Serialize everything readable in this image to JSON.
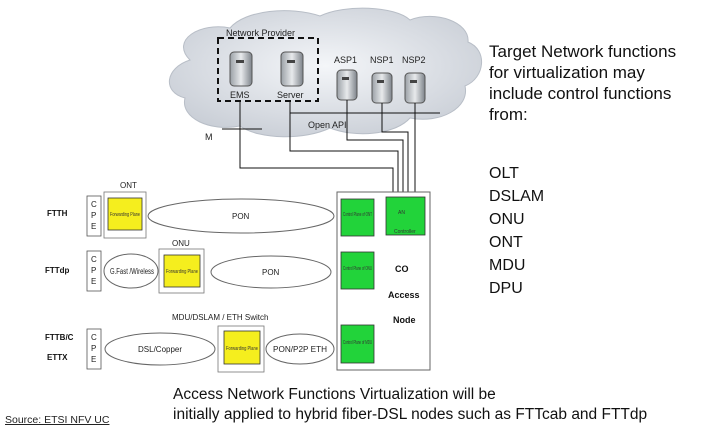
{
  "cloud": {
    "provider_label": "Network Provider",
    "ems_label": "EMS",
    "server_label": "Server",
    "asp1_label": "ASP1",
    "nsp1_label": "NSP1",
    "nsp2_label": "NSP2",
    "open_api_label": "Open API",
    "m_label": "M"
  },
  "rows": [
    {
      "name": "FTTH",
      "cpe": [
        "C",
        "P",
        "E"
      ],
      "device_label": "ONT",
      "plane_label": "Forwarding Plane",
      "link_label": "PON"
    },
    {
      "name": "FTTdp",
      "cpe": [
        "C",
        "P",
        "E"
      ],
      "device_label": "ONU",
      "medium_label": "G.Fast /Wireless",
      "plane_label": "Forwarding Plane",
      "link_label": "PON"
    },
    {
      "name": "FTTB/C",
      "name2": "ETTX",
      "cpe": [
        "C",
        "P",
        "E"
      ],
      "device_label": "MDU/DSLAM / ETH Switch",
      "medium_label": "DSL/Copper",
      "plane_label": "Forwarding Plane",
      "link_label": "PON/P2P ETH"
    }
  ],
  "access_node": {
    "cp_ont": "Control Plane of ONT",
    "cp_onu": "Control Plane of ONU",
    "cp_mdu": "Control Plane of MDU",
    "an_controller_top": "AN",
    "an_controller_bottom": "Controller",
    "co": "CO",
    "access": "Access",
    "node": "Node"
  },
  "right_panel": {
    "title_lines": [
      "Target Network functions",
      "for virtualization may",
      "include control functions",
      "from:"
    ],
    "functions": [
      "OLT",
      "DSLAM",
      "ONU",
      "ONT",
      "MDU",
      "DPU"
    ]
  },
  "caption_lines": [
    "Access Network Functions Virtualization will be",
    "initially applied to hybrid fiber-DSL nodes such as FTTcab and FTTdp"
  ],
  "source": "Source: ETSI NFV UC",
  "colors": {
    "forwarding_plane": "#f5ee1e",
    "control_plane": "#22d33a",
    "cloud": "#e6eaf0"
  }
}
